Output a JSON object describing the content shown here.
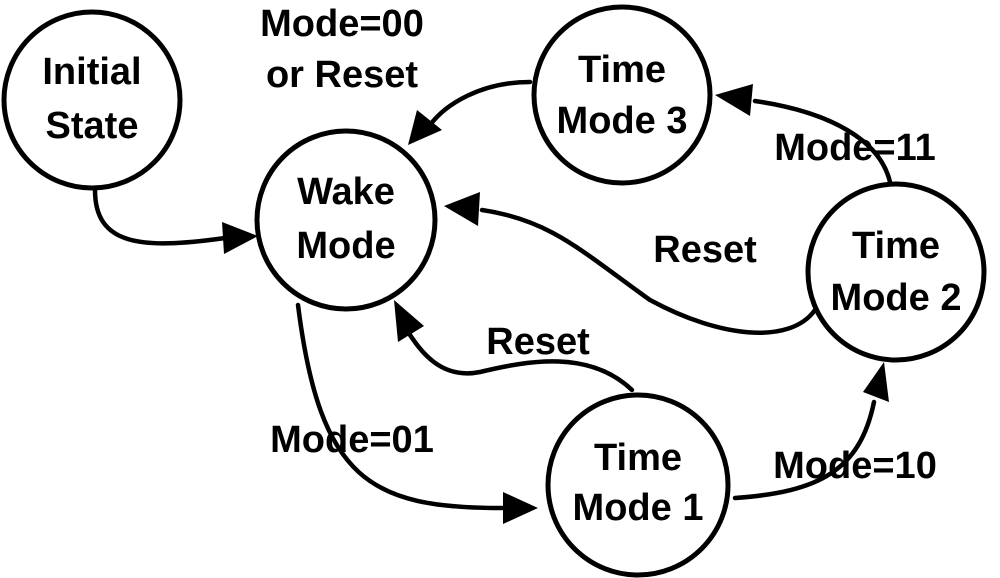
{
  "states": {
    "initial": {
      "line1": "Initial",
      "line2": "State"
    },
    "wake": {
      "line1": "Wake",
      "line2": "Mode"
    },
    "time_mode_1": {
      "line1": "Time",
      "line2": "Mode 1"
    },
    "time_mode_2": {
      "line1": "Time",
      "line2": "Mode 2"
    },
    "time_mode_3": {
      "line1": "Time",
      "line2": "Mode 3"
    }
  },
  "transitions": {
    "initial_to_wake": {
      "label": ""
    },
    "wake_to_time_mode_1": {
      "label": "Mode=01"
    },
    "time_mode_1_to_wake": {
      "label": "Reset"
    },
    "time_mode_1_to_time_mode_2": {
      "label": "Mode=10"
    },
    "time_mode_2_to_wake": {
      "label": "Reset"
    },
    "time_mode_2_to_time_mode_3": {
      "label": "Mode=11"
    },
    "time_mode_3_to_wake": {
      "line1": "Mode=00",
      "line2": "or Reset"
    }
  },
  "colors": {
    "stroke": "#000000",
    "background": "#ffffff"
  }
}
